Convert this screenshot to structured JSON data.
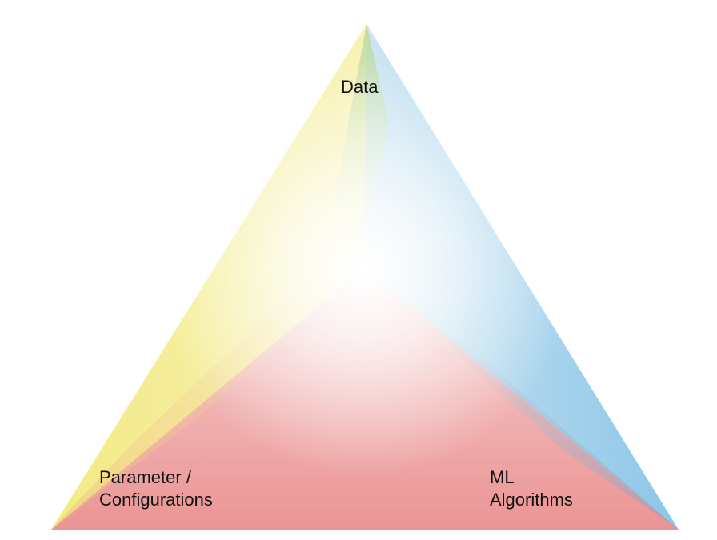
{
  "diagram": {
    "title": "",
    "vertices": {
      "top": {
        "label": "Data",
        "color": "#8fc7ea"
      },
      "left": {
        "label_lines": [
          "Parameter /",
          "Configurations"
        ],
        "color": "#f4ec8a"
      },
      "right": {
        "label_lines": [
          "ML",
          "Algorithms"
        ],
        "color": "#ec9a9a"
      }
    },
    "center_color": "#ffffff"
  }
}
